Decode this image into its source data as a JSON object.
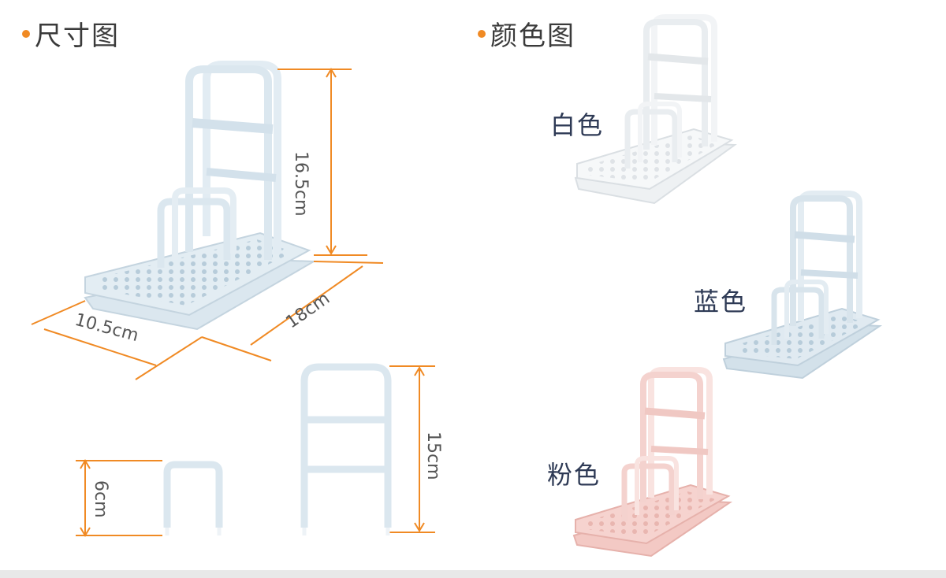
{
  "colors": {
    "accent": "#f08a24",
    "white_rack": "#f4f6f8",
    "blue_rack": "#dbe7ef",
    "pink_rack": "#f6d6d2",
    "dim_line": "#f08a24"
  },
  "sections": {
    "size_title": "尺寸图",
    "color_title": "颜色图"
  },
  "dimensions": {
    "height_total": "16.5cm",
    "length": "18cm",
    "width": "10.5cm",
    "small_frame": "6cm",
    "large_frame": "15cm"
  },
  "variants": [
    {
      "label": "白色",
      "color": "#f4f6f8"
    },
    {
      "label": "蓝色",
      "color": "#dbe7ef"
    },
    {
      "label": "粉色",
      "color": "#f6d6d2"
    }
  ]
}
